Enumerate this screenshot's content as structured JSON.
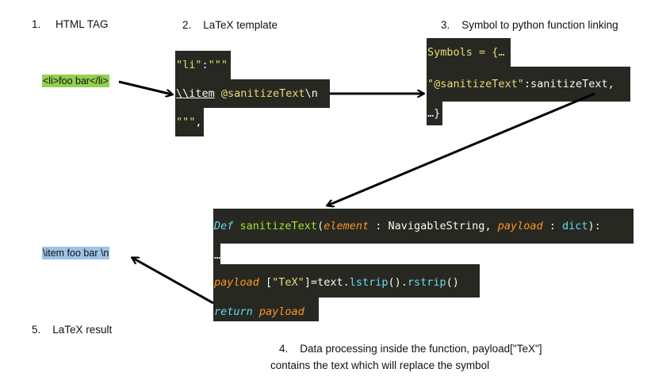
{
  "labels": {
    "step1": "1.     HTML TAG",
    "step2": "2.    LaTeX template",
    "step3": "3.    Symbol to python function linking",
    "step5": "5.    LaTeX result",
    "step4_line1": "4.    Data processing inside the function, payload[\"TeX\"]",
    "step4_line2": "contains the text which will replace the symbol"
  },
  "html_tag": {
    "text": "<li>foo bar</li>",
    "color": "#92d050"
  },
  "latex_result": {
    "text": "\\item foo bar \\n",
    "color": "#9dc3e6"
  },
  "template": {
    "line1_key": "\"li\"",
    "line1_colon": ":",
    "line1_open": "\"\"\"",
    "line2_prefix": "\\\\item",
    "line2_space": " ",
    "line2_at": "@sanitizeText",
    "line2_suffix": "\\n",
    "line3_close": "\"\"\"",
    "line3_comma": ","
  },
  "symbols": {
    "line1": "Symbols = {…",
    "line2_key": "\"@sanitizeText\"",
    "line2_rest": ":sanitizeText,",
    "line3": "…}"
  },
  "function": {
    "def_kw": "Def",
    "name": "sanitizeText",
    "paren_open": "(",
    "arg1": "element",
    "sep1": " : ",
    "type1": "NavigableString",
    "comma": ", ",
    "arg2": "payload",
    "sep2": " : ",
    "type2": "dict",
    "paren_close": "):",
    "ellipsis": "…",
    "assign_var": "payload",
    "assign_idx_open": " [",
    "assign_key": "\"TeX\"",
    "assign_idx_close": "]=text.",
    "assign_m1": "lstrip",
    "assign_p1": "().",
    "assign_m2": "rstrip",
    "assign_p2": "()",
    "return_kw": "return",
    "return_sp": " ",
    "return_val": "payload"
  },
  "colors": {
    "code_bg": "#272822",
    "arrow": "#000000"
  }
}
